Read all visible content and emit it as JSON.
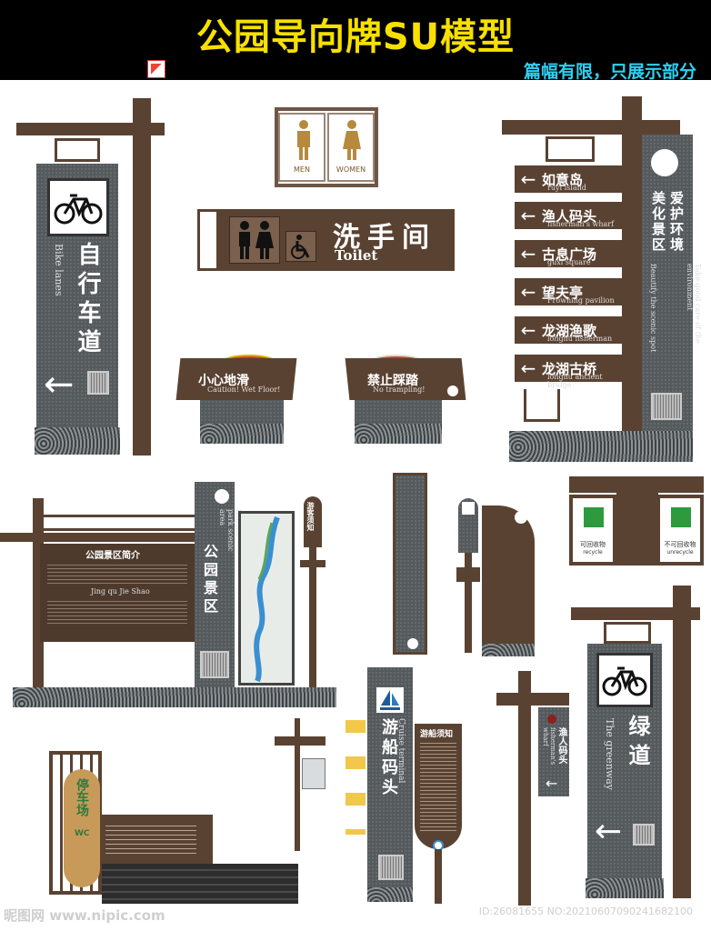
{
  "header": {
    "title": "公园导向牌SU模型",
    "subtitle": "篇幅有限，只展示部分"
  },
  "bike_sign": {
    "title_zh": "自行车道",
    "title_en": "Bike lanes",
    "arrow": "←"
  },
  "restroom_sign": {
    "men": "MEN",
    "women": "WOMEN"
  },
  "toilet_sign": {
    "title_zh": "洗手间",
    "title_en": "Toilet"
  },
  "caution_sign": {
    "title_zh": "小心地滑",
    "title_en": "Caution! Wet Floor!"
  },
  "no_trample_sign": {
    "title_zh": "禁止踩踏",
    "title_en": "No trampling!"
  },
  "direction_sign": {
    "items": [
      {
        "zh": "如意岛",
        "en": "ruyi island"
      },
      {
        "zh": "渔人码头",
        "en": "fisherman's wharf"
      },
      {
        "zh": "古息广场",
        "en": "guxi square"
      },
      {
        "zh": "望夫亭",
        "en": "Frowning pavilion"
      },
      {
        "zh": "龙湖渔歌",
        "en": "longhu fisherman"
      },
      {
        "zh": "龙湖古桥",
        "en": "longhu ancient bridge"
      }
    ],
    "slogan_zh_1": "爱护环境",
    "slogan_zh_2": "美化景区",
    "slogan_en_1": "Take good care of the environment",
    "slogan_en_2": "Beautify the scenic spot"
  },
  "park_board": {
    "heading": "公园景区简介",
    "pinyin": "Jing qu Jie Shao",
    "title_zh": "公园景区",
    "title_en": "Longhu park scenic area",
    "notice": "游客须知"
  },
  "recycle_board": {
    "left": "可回收物",
    "left_en": "recycle",
    "right": "不可回收物",
    "right_en": "unrecycle"
  },
  "greenway_sign": {
    "title_zh": "绿道",
    "title_en": "The greenway",
    "arrow": "←"
  },
  "cruise_sign": {
    "title_zh": "游船码头",
    "title_en": "Cruise terminal",
    "notice": "游船须知"
  },
  "small_sign": {
    "title_zh": "渔人码头",
    "title_en": "fisherman's wharf",
    "arrow": "←"
  },
  "entrance_sign": {
    "name": "停车场",
    "wc": "WC"
  },
  "watermark": {
    "site": "昵图网 www.nipic.com",
    "id": "ID:26081655 NO:20210607090241682100"
  }
}
